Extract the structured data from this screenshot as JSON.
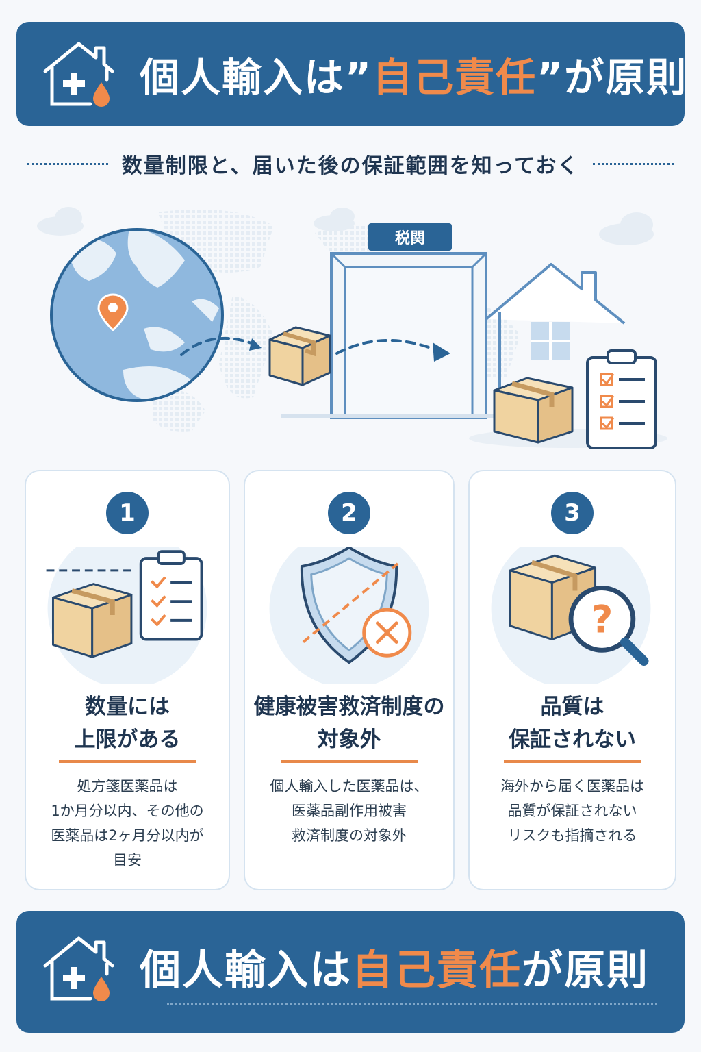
{
  "header": {
    "title_part1": "個人輸入は”",
    "title_accent": "自己責任",
    "title_part2": "”が原則"
  },
  "subtitle": "数量制限と、届いた後の保証範囲を知っておく",
  "illustration": {
    "gate_label": "税関"
  },
  "cards": [
    {
      "number": "1",
      "title_lines": [
        "数量には",
        "上限がある"
      ],
      "body_lines": [
        "処方箋医薬品は",
        "1か月分以内、その他の",
        "医薬品は2ヶ月分以内が",
        "目安"
      ]
    },
    {
      "number": "2",
      "title_lines": [
        "健康被害救済制度の",
        "対象外"
      ],
      "body_lines": [
        "個人輸入した医薬品は、",
        "医薬品副作用被害",
        "救済制度の対象外"
      ]
    },
    {
      "number": "3",
      "title_lines": [
        "品質は",
        "保証されない"
      ],
      "body_lines": [
        "海外から届く医薬品は",
        "品質が保証されない",
        "リスクも指摘される"
      ]
    }
  ],
  "footer": {
    "title_part1": "個人輸入は",
    "title_accent": "自己責任",
    "title_part2": "が原則"
  },
  "colors": {
    "primary": "#2a6496",
    "accent": "#f08a4b",
    "box": "#f0d3a0",
    "light_blue": "#dde9f4"
  }
}
